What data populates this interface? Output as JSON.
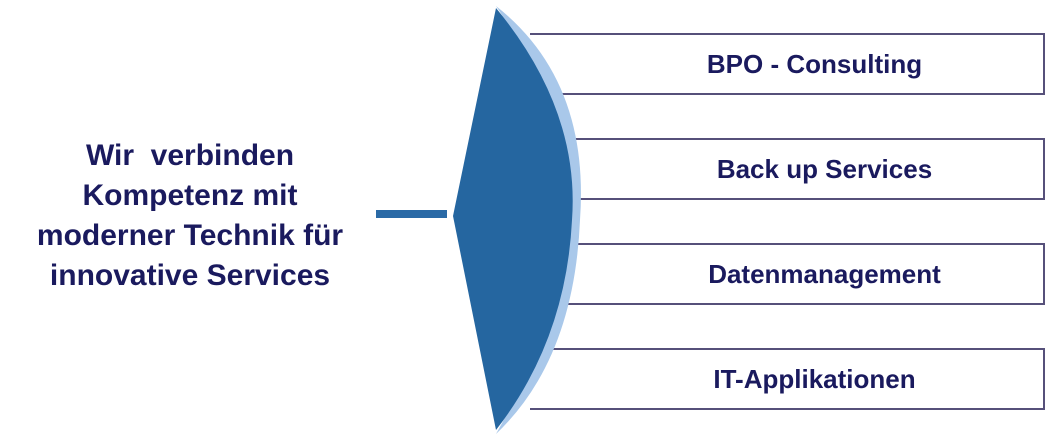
{
  "tagline": {
    "lines": [
      "Wir  verbinden",
      "Kompetenz mit",
      "moderner Technik für",
      "innovative Services"
    ]
  },
  "services": [
    {
      "label": "BPO - Consulting"
    },
    {
      "label": "Back up Services"
    },
    {
      "label": "Datenmanagement"
    },
    {
      "label": "IT-Applikationen"
    }
  ],
  "colors": {
    "text": "#1a1a5e",
    "lens_fill": "#2566a0",
    "lens_rim": "#a9c8ea",
    "box_border": "#56507a",
    "connector": "#2a6aa6"
  }
}
